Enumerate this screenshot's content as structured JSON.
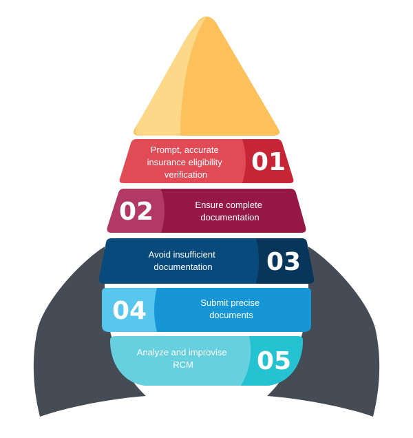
{
  "colors": {
    "nose_light": "#FDD888",
    "nose_main": "#FDC15C",
    "fin": "#454C56",
    "step1_main": "#E04B56",
    "step1_dark": "#C52535",
    "step2_main": "#961845",
    "step2_dark": "#B13964",
    "step3_main": "#084A7B",
    "step3_dark": "#07365A",
    "step4_main": "#1796D6",
    "step4_dark": "#58C6ED",
    "step5_main": "#67D0DE",
    "step5_dark": "#25C3D2"
  },
  "steps": [
    {
      "number": "01",
      "lines": [
        "Prompt, accurate",
        "insurance eligibility",
        "verification"
      ]
    },
    {
      "number": "02",
      "lines": [
        "Ensure complete",
        "documentation"
      ]
    },
    {
      "number": "03",
      "lines": [
        "Avoid insufficient",
        "documentation"
      ]
    },
    {
      "number": "04",
      "lines": [
        "Submit precise",
        "documents"
      ]
    },
    {
      "number": "05",
      "lines": [
        "Analyze and improvise",
        "RCM"
      ]
    }
  ]
}
